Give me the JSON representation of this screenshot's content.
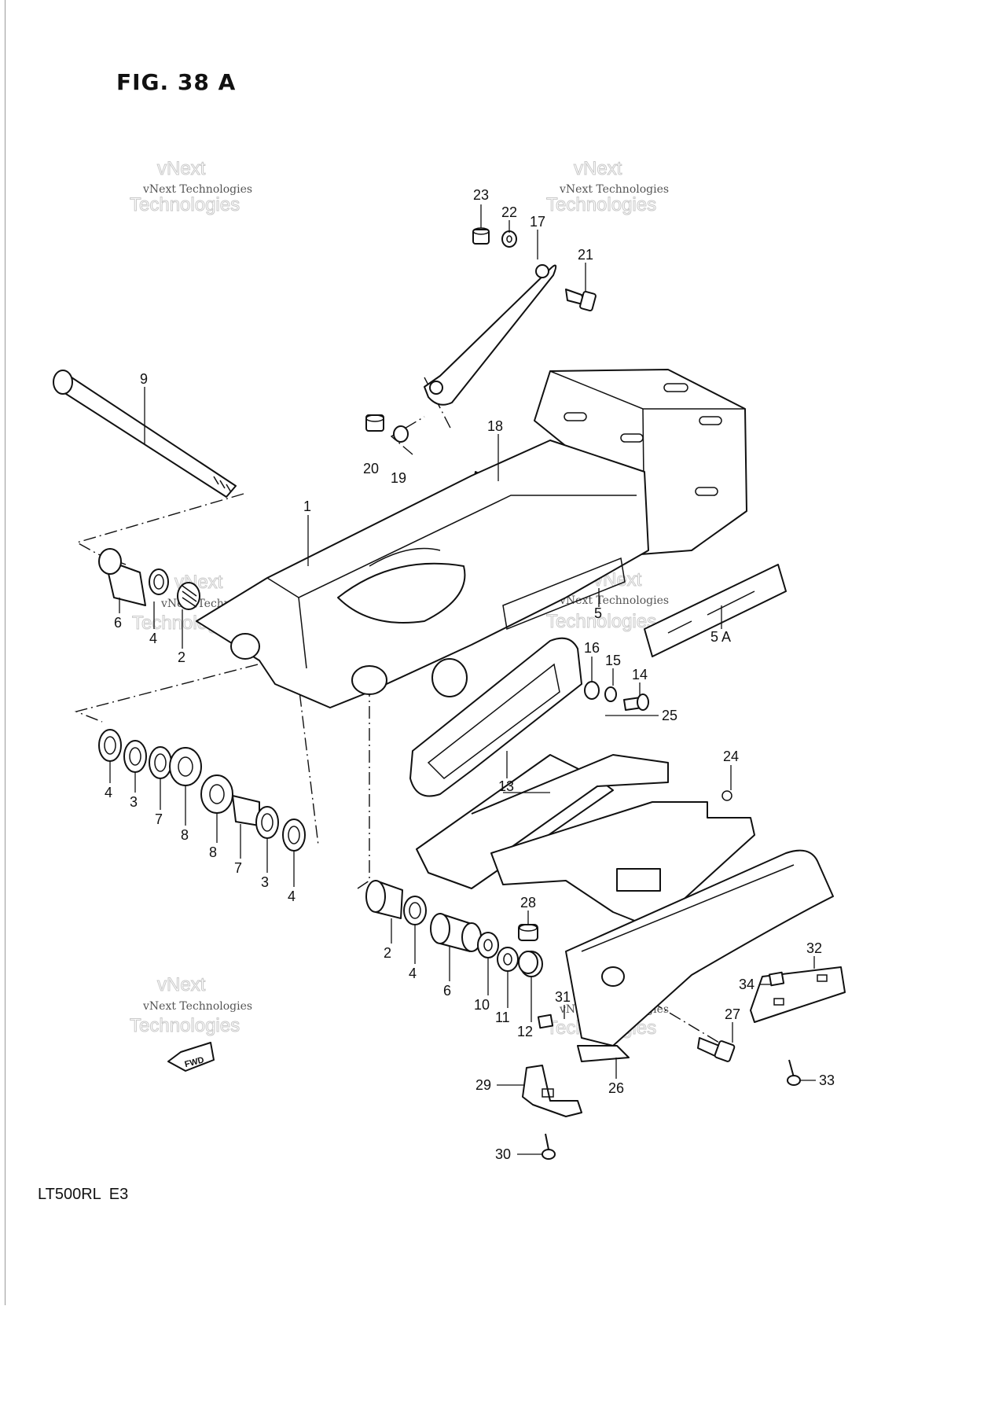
{
  "figure": {
    "title": "FIG. 38 A",
    "model": "LT500RL",
    "region": "E3"
  },
  "watermark": {
    "line1": "vNext Technologies",
    "line2": "vNext",
    "line3": "Technologies"
  },
  "fwd_label": "FWD",
  "callouts": [
    {
      "id": "c23",
      "label": "23"
    },
    {
      "id": "c22",
      "label": "22"
    },
    {
      "id": "c17",
      "label": "17"
    },
    {
      "id": "c21",
      "label": "21"
    },
    {
      "id": "c9",
      "label": "9"
    },
    {
      "id": "c20",
      "label": "20"
    },
    {
      "id": "c19",
      "label": "19"
    },
    {
      "id": "c18",
      "label": "18"
    },
    {
      "id": "c1",
      "label": "1"
    },
    {
      "id": "c6a",
      "label": "6"
    },
    {
      "id": "c4a",
      "label": "4"
    },
    {
      "id": "c2a",
      "label": "2"
    },
    {
      "id": "c5",
      "label": "5"
    },
    {
      "id": "c5a",
      "label": "5 A"
    },
    {
      "id": "c16",
      "label": "16"
    },
    {
      "id": "c15",
      "label": "15"
    },
    {
      "id": "c14",
      "label": "14"
    },
    {
      "id": "c25",
      "label": "25"
    },
    {
      "id": "c13",
      "label": "13"
    },
    {
      "id": "c24",
      "label": "24"
    },
    {
      "id": "c4b",
      "label": "4"
    },
    {
      "id": "c3a",
      "label": "3"
    },
    {
      "id": "c7a",
      "label": "7"
    },
    {
      "id": "c8a",
      "label": "8"
    },
    {
      "id": "c8b",
      "label": "8"
    },
    {
      "id": "c7b",
      "label": "7"
    },
    {
      "id": "c3b",
      "label": "3"
    },
    {
      "id": "c4c",
      "label": "4"
    },
    {
      "id": "c28",
      "label": "28"
    },
    {
      "id": "c2b",
      "label": "2"
    },
    {
      "id": "c4d",
      "label": "4"
    },
    {
      "id": "c6b",
      "label": "6"
    },
    {
      "id": "c10",
      "label": "10"
    },
    {
      "id": "c11",
      "label": "11"
    },
    {
      "id": "c12",
      "label": "12"
    },
    {
      "id": "c31",
      "label": "31"
    },
    {
      "id": "c32",
      "label": "32"
    },
    {
      "id": "c34",
      "label": "34"
    },
    {
      "id": "c27",
      "label": "27"
    },
    {
      "id": "c26",
      "label": "26"
    },
    {
      "id": "c29",
      "label": "29"
    },
    {
      "id": "c33",
      "label": "33"
    },
    {
      "id": "c30",
      "label": "30"
    }
  ]
}
